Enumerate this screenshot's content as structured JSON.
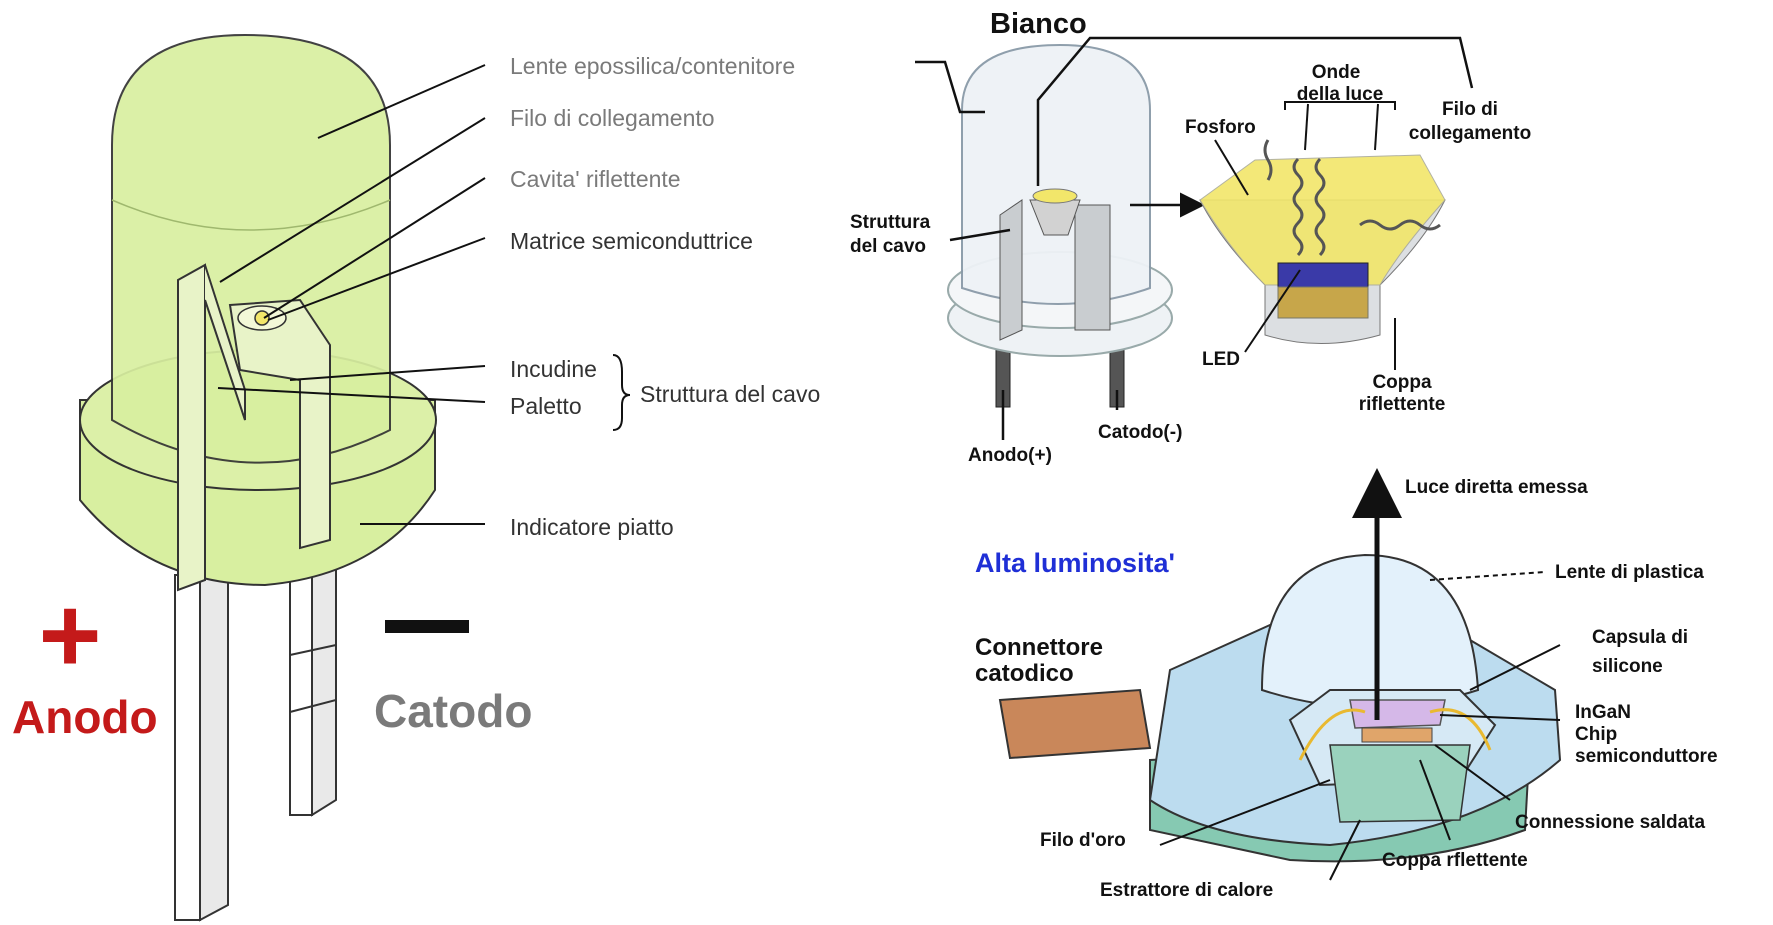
{
  "left_diagram": {
    "labels": {
      "lens": "Lente epossilica/contenitore",
      "wire": "Filo di collegamento",
      "cavity": "Cavita' riflettente",
      "die": "Matrice semiconduttrice",
      "anvil": "Incudine",
      "post": "Paletto",
      "lead_frame": "Struttura del cavo",
      "flat": "Indicatore piatto"
    },
    "anode_symbol": "+",
    "anode": "Anodo",
    "cathode_symbol": "—",
    "cathode": "Catodo"
  },
  "white_led": {
    "title": "Bianco",
    "lead_frame": [
      "Struttura",
      "del cavo"
    ],
    "anode": "Anodo(+)",
    "cathode": "Catodo(-)",
    "waves": [
      "Onde",
      "della luce"
    ],
    "phosphor": "Fosforo",
    "wire": [
      "Filo di",
      "collegamento"
    ],
    "led": "LED",
    "cup": [
      "Coppa",
      "riflettente"
    ]
  },
  "high_brightness": {
    "title": "Alta luminosita'",
    "emitted": "Luce diretta emessa",
    "lens": "Lente di plastica",
    "capsule": [
      "Capsula di",
      "silicone"
    ],
    "chip": [
      "InGaN",
      "Chip",
      "semiconduttore"
    ],
    "connector": [
      "Connettore",
      "catodico"
    ],
    "solder": "Connessione saldata",
    "gold": "Filo d'oro",
    "cup": "Coppa rflettente",
    "heat": "Estrattore di calore"
  },
  "colors": {
    "led_green": "#d8efa0",
    "anode_red": "#c41a1a",
    "title_blue": "#1f2fd6",
    "package_blue": "#bcdcef",
    "heatsink_teal": "#86c9b2",
    "phosphor_yellow": "#f2e66a"
  }
}
